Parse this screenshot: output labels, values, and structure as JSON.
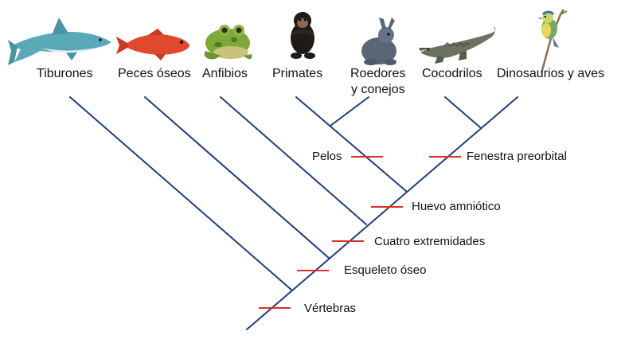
{
  "taxa": [
    {
      "id": "tiburones",
      "label": "Tiburones",
      "icon": "shark-icon"
    },
    {
      "id": "peces",
      "label": "Peces óseos",
      "icon": "fish-icon"
    },
    {
      "id": "anfibios",
      "label": "Anfibios",
      "icon": "frog-icon"
    },
    {
      "id": "primates",
      "label": "Primates",
      "icon": "chimpanzee-icon"
    },
    {
      "id": "roedores",
      "label": "Roedores",
      "label2": "y conejos",
      "icon": "rabbit-icon"
    },
    {
      "id": "cocodrilos",
      "label": "Cocodrilos",
      "icon": "crocodile-icon"
    },
    {
      "id": "dinosaurios",
      "label": "Dinosaurios y aves",
      "icon": "bird-icon"
    }
  ],
  "traits": [
    {
      "id": "pelos",
      "label": "Pelos"
    },
    {
      "id": "fenestra",
      "label": "Fenestra preorbital"
    },
    {
      "id": "huevo",
      "label": "Huevo amniótico"
    },
    {
      "id": "extremidades",
      "label": "Cuatro extremidades"
    },
    {
      "id": "esqueleto",
      "label": "Esqueleto óseo"
    },
    {
      "id": "vertebras",
      "label": "Vértebras"
    }
  ],
  "colors": {
    "branch": "#1f3f7a",
    "trait_mark": "#d9302c"
  }
}
